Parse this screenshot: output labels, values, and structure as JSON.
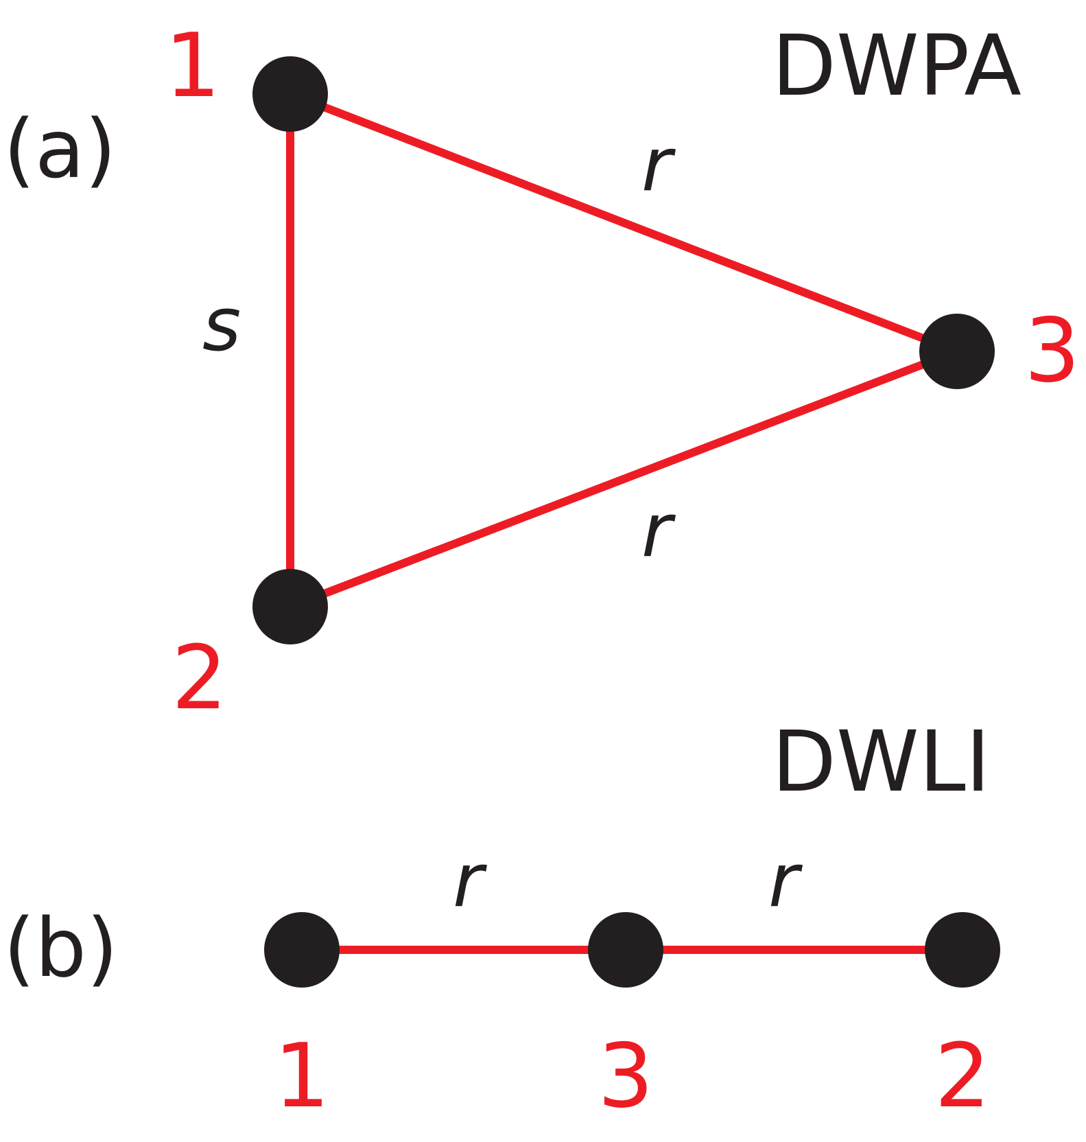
{
  "panels": {
    "a": {
      "label": "(a)",
      "title": "DWPA",
      "nodes": [
        "1",
        "2",
        "3"
      ],
      "edges": [
        {
          "from": "1",
          "to": "2",
          "label": "s"
        },
        {
          "from": "1",
          "to": "3",
          "label": "r"
        },
        {
          "from": "2",
          "to": "3",
          "label": "r"
        }
      ]
    },
    "b": {
      "label": "(b)",
      "title": "DWLI",
      "nodes": [
        "1",
        "3",
        "2"
      ],
      "edges": [
        {
          "from": "1",
          "to": "3",
          "label": "r"
        },
        {
          "from": "3",
          "to": "2",
          "label": "r"
        }
      ]
    }
  },
  "colors": {
    "edge": "#ed1c24",
    "node": "#231f20",
    "node_number": "#ed1c24",
    "text": "#231f20"
  }
}
